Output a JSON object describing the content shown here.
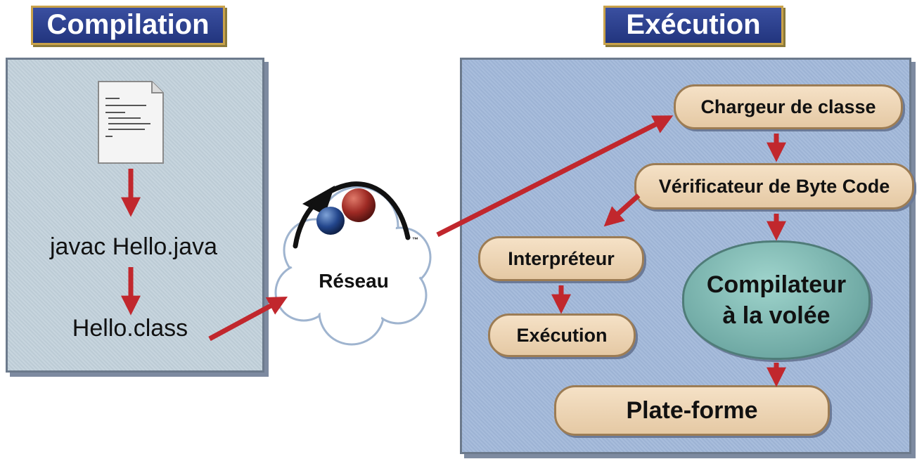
{
  "compilation": {
    "title": "Compilation",
    "command": "javac Hello.java",
    "output_file": "Hello.class"
  },
  "network": {
    "label": "Réseau",
    "logo_mark": "™",
    "logo": "java-logo"
  },
  "execution": {
    "title": "Exécution",
    "class_loader": "Chargeur de classe",
    "bytecode_verifier": "Vérificateur de Byte Code",
    "interpreter": "Interpréteur",
    "run": "Exécution",
    "jit_line1": "Compilateur",
    "jit_line2": "à la volée",
    "platform": "Plate-forme"
  },
  "colors": {
    "arrow": "#c1272d",
    "banner": "#2b3f8f",
    "pill": "#f0dbbf",
    "jit": "#7fb7b0"
  }
}
